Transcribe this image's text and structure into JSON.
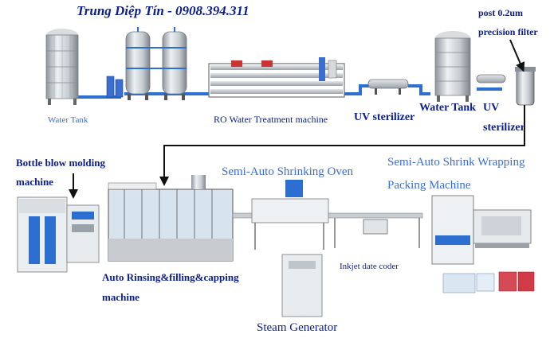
{
  "header": {
    "title": "Trung Diệp Tín - 0908.394.311"
  },
  "labels": {
    "water_tank_1": "Water Tank",
    "ro_machine": "RO Water Treatment machine",
    "uv_sterilizer_1": "UV sterilizer",
    "water_tank_2": "Water Tank",
    "uv_sterilizer_2_line1": "UV",
    "uv_sterilizer_2_line2": "sterilizer",
    "precision_filter_line1": "post 0.2um",
    "precision_filter_line2": "precision filter",
    "blow_molding_line1": "Bottle blow molding",
    "blow_molding_line2": "machine",
    "shrinking_oven": "Semi-Auto Shrinking Oven",
    "shrink_wrap_line1": "Semi-Auto Shrink Wrapping",
    "shrink_wrap_line2": "Packing Machine",
    "rinsing_line1": "Auto Rinsing&filling&capping",
    "rinsing_line2": "machine",
    "inkjet": "Inkjet date coder",
    "steam": "Steam Generator"
  }
}
